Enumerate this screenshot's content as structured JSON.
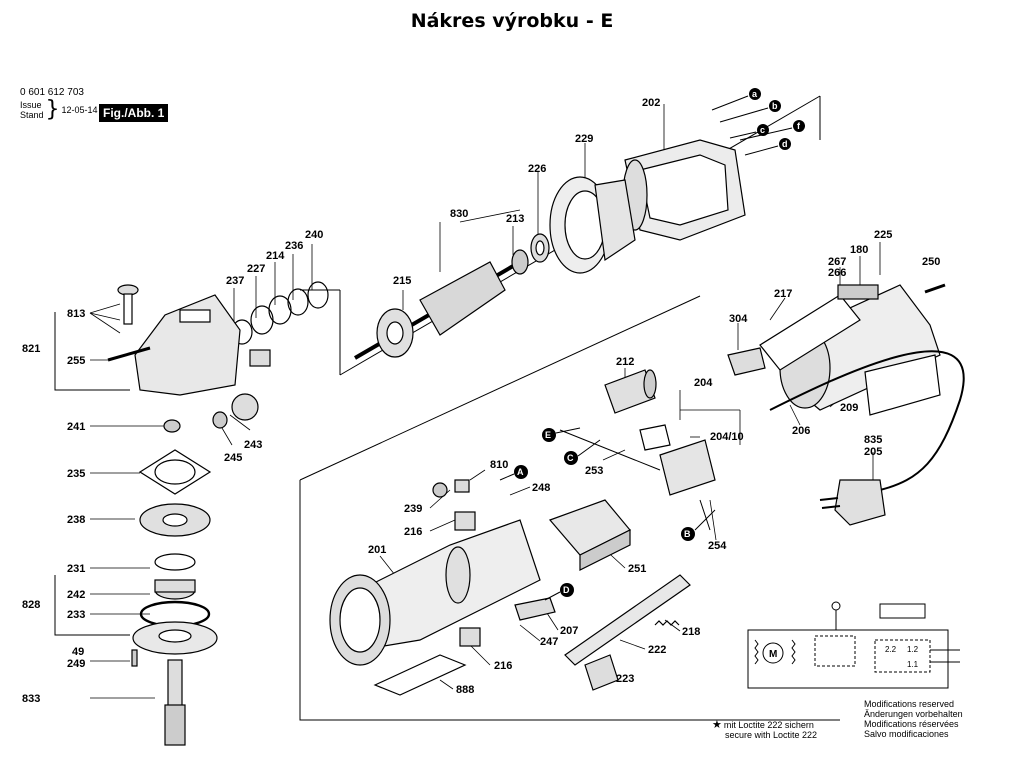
{
  "title": "Nákres výrobku - E",
  "header": {
    "part_number": "0 601 612 703",
    "issue_label": "Issue",
    "stand_label": "Stand",
    "date": "12-05-14",
    "fig_label": "Fig./Abb. 1"
  },
  "part_labels": {
    "p202": "202",
    "p229": "229",
    "p226": "226",
    "p830": "830",
    "p213": "213",
    "p215": "215",
    "p240": "240",
    "p236": "236",
    "p214": "214",
    "p227": "227",
    "p237": "237",
    "p813": "813",
    "p821": "821",
    "p255": "255",
    "p241": "241",
    "p235": "235",
    "p238": "238",
    "p231": "231",
    "p828": "828",
    "p242": "242",
    "p233": "233",
    "p49": "49",
    "p249": "249",
    "p833": "833",
    "p243": "243",
    "p245": "245",
    "p225": "225",
    "p180": "180",
    "p267": "267",
    "p266": "266",
    "p217": "217",
    "p250": "250",
    "p304": "304",
    "p209": "209",
    "p206": "206",
    "p835": "835",
    "p205": "205",
    "p212": "212",
    "p204": "204",
    "p204_10": "204/10",
    "p253": "253",
    "p254": "254",
    "p810": "810",
    "p248": "248",
    "p239": "239",
    "p216a": "216",
    "p201": "201",
    "p251": "251",
    "p247": "247",
    "p207": "207",
    "p218": "218",
    "p222": "222",
    "p216b": "216",
    "p888": "888",
    "p223": "223"
  },
  "markers": {
    "a": "a",
    "b": "b",
    "c": "c",
    "d": "d",
    "f": "f",
    "A": "A",
    "B": "B",
    "C": "C",
    "D": "D",
    "E": "E"
  },
  "schematic": {
    "motor": "M",
    "switch_labels": [
      "2.2",
      "1.2",
      "1.1"
    ]
  },
  "footnote": {
    "line1": "mit Loctite 222 sichern",
    "line2": "secure with Loctite 222"
  },
  "modifications": [
    "Modifications reserved",
    "Änderungen vorbehalten",
    "Modifications réservées",
    "Salvo modificaciones"
  ]
}
